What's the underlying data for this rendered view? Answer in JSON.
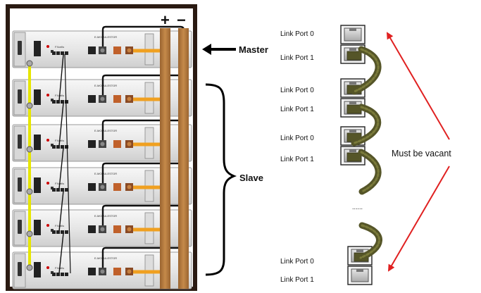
{
  "labels": {
    "plus": "+",
    "minus": "−",
    "master": "Master",
    "slave": "Slave",
    "must_be_vacant": "Must be vacant",
    "ellipsis": "......"
  },
  "port_labels": [
    "Link Port 0",
    "Link Port 1",
    "Link Port 0",
    "Link Port 1",
    "Link Port 0",
    "Link Port 1",
    "Link Port 0",
    "Link Port 1"
  ],
  "modules": [
    {
      "model": "E-MODULESTOR",
      "brand": "FXcells"
    },
    {
      "model": "E-MODULESTOR",
      "brand": "FXcells"
    },
    {
      "model": "E-MODULESTOR",
      "brand": "FXcells"
    },
    {
      "model": "E-MODULESTOR",
      "brand": "FXcells"
    },
    {
      "model": "E-MODULESTOR",
      "brand": "FXcells"
    },
    {
      "model": "E-MODULESTOR",
      "brand": "FXcells"
    }
  ],
  "colors": {
    "rack": "#2a1a12",
    "busbar": "#b47a3c",
    "link_cable": "#555528",
    "comm_wire": "#e6e600",
    "power_cable": "#f0a020",
    "arrow_red": "#e02020",
    "module_body": "#e8e8e8"
  }
}
